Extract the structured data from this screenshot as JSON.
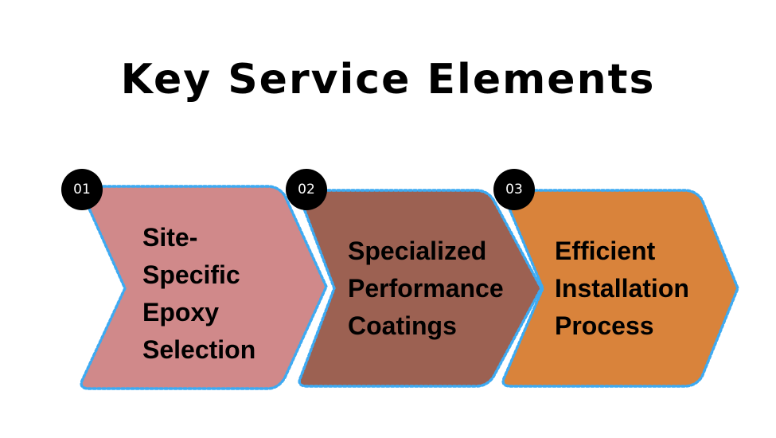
{
  "title": "Key Service Elements",
  "colors": {
    "step1": "#d0898a",
    "step2": "#9c6152",
    "step3": "#d9833b",
    "border": "#3daaf2"
  },
  "steps": [
    {
      "number": "01",
      "label_lines": [
        "Site-",
        "Specific",
        "Epoxy",
        "Selection"
      ]
    },
    {
      "number": "02",
      "label_lines": [
        "Specialized",
        "Performance",
        "Coatings"
      ]
    },
    {
      "number": "03",
      "label_lines": [
        "Efficient",
        "Installation",
        "Process"
      ]
    }
  ]
}
